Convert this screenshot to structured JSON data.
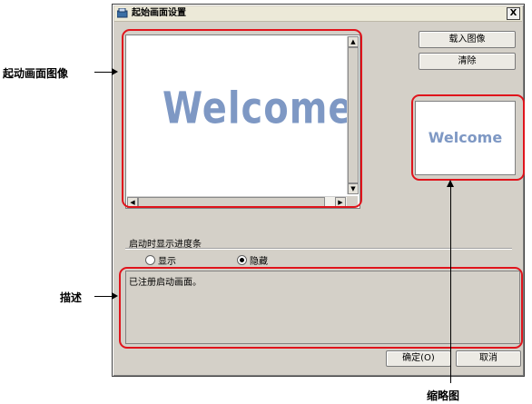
{
  "window": {
    "title": "起始画面设置",
    "close_label": "X"
  },
  "preview": {
    "image_text": "Welcome",
    "scroll_up": "▲",
    "scroll_down": "▼",
    "scroll_left": "◀",
    "scroll_right": "▶"
  },
  "buttons": {
    "load_image": "载入图像",
    "clear": "清除",
    "ok": "确定(O)",
    "cancel": "取消"
  },
  "thumbnail": {
    "image_text": "Welcome"
  },
  "progress": {
    "label": "启动时显示进度条",
    "options": [
      {
        "label": "显示",
        "selected": false
      },
      {
        "label": "隐藏",
        "selected": true
      }
    ]
  },
  "description": {
    "text": "已注册启动画面。"
  },
  "annotations": {
    "startup_image": "起动画面图像",
    "description": "描述",
    "thumbnail": "缩略图"
  },
  "colors": {
    "highlight": "#e0141c",
    "dialog_bg": "#d4d0c8",
    "welcome_text": "#7e98c4"
  }
}
